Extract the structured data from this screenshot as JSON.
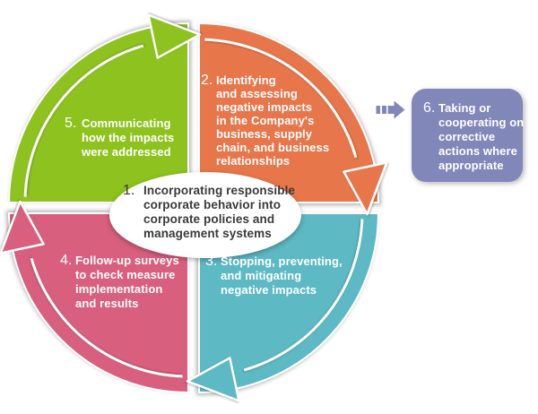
{
  "colors": {
    "green": "#8dc21f",
    "orange": "#e7764b",
    "teal": "#5db9c4",
    "pink": "#d8607e",
    "purple": "#8287ba",
    "center_text": "#3a3a3a"
  },
  "diagram": {
    "center": {
      "number": "1.",
      "text": "Incorporating responsible\ncorporate behavior into\ncorporate policies and\nmanagement systems"
    },
    "segments": [
      {
        "number": "2.",
        "text": "Identifying\nand assessing\nnegative impacts\nin the Company's\nbusiness, supply\nchain, and business\nrelationships"
      },
      {
        "number": "3.",
        "text": "Stopping, preventing,\nand mitigating\nnegative impacts"
      },
      {
        "number": "4.",
        "text": "Follow-up surveys\nto check measure\nimplementation\nand results"
      },
      {
        "number": "5.",
        "text": "Communicating\nhow the impacts\nwere addressed"
      }
    ],
    "callout": {
      "number": "6.",
      "text": "Taking or\ncooperating on\ncorrective\nactions where\nappropriate"
    }
  }
}
